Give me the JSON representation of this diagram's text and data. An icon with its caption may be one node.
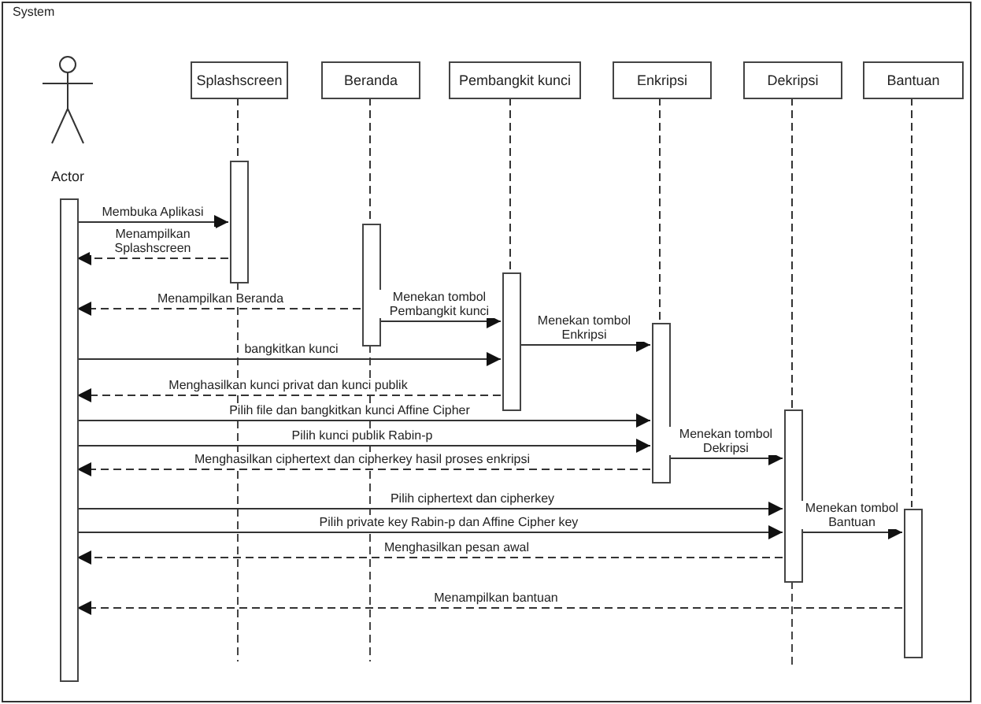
{
  "diagram": {
    "nodes": [
      {
        "text": [
          "System"
        ]
      },
      {
        "text": [
          "Actor"
        ],
        "in": 0
      },
      {
        "text": [
          "Splashscreen"
        ],
        "in": 0
      },
      {
        "text": [
          "Beranda"
        ],
        "in": 0
      },
      {
        "text": [
          "Pembangkit kunci"
        ],
        "in": 0
      },
      {
        "text": [
          "Enkripsi"
        ],
        "in": 0
      },
      {
        "text": [
          "Dekripsi"
        ],
        "in": 0
      },
      {
        "text": [
          "Bantuan"
        ],
        "in": 0
      },
      {
        "text": [],
        "shape": "bar",
        "in": 0
      },
      {
        "text": [],
        "shape": "bar",
        "in": 0
      },
      {
        "text": [],
        "shape": "bar",
        "in": 0
      },
      {
        "text": [],
        "shape": "bar",
        "in": 0
      },
      {
        "text": [],
        "shape": "bar",
        "in": 0
      },
      {
        "text": [],
        "shape": "bar",
        "in": 0
      },
      {
        "text": [],
        "shape": "bar",
        "in": 0
      }
    ],
    "edges": [
      {
        "from": 2,
        "to": 9,
        "arrow": "none",
        "style": "dashed"
      },
      {
        "from": 3,
        "to": 10,
        "arrow": "none",
        "style": "dashed"
      },
      {
        "from": 4,
        "to": 11,
        "arrow": "none",
        "style": "dashed"
      },
      {
        "from": 5,
        "to": 12,
        "arrow": "none",
        "style": "dashed"
      },
      {
        "from": 6,
        "to": 13,
        "arrow": "none",
        "style": "dashed"
      },
      {
        "from": 7,
        "to": 14,
        "arrow": "none",
        "style": "dashed"
      },
      {
        "from": 8,
        "to": 9,
        "arrow": "to",
        "label": "Membuka Aplikasi"
      },
      {
        "from": 9,
        "to": 8,
        "arrow": "to",
        "style": "dashed",
        "label": "Menampilkan Splashscreen"
      },
      {
        "from": 10,
        "to": 8,
        "arrow": "to",
        "style": "dashed",
        "label": "Menampilkan Beranda"
      },
      {
        "from": 10,
        "to": 11,
        "arrow": "to",
        "label": "Menekan tombol Pembangkit kunci"
      },
      {
        "from": 11,
        "to": 12,
        "arrow": "to",
        "label": "Menekan tombol Enkripsi"
      },
      {
        "from": 8,
        "to": 11,
        "arrow": "to",
        "label": "bangkitkan kunci"
      },
      {
        "from": 11,
        "to": 8,
        "arrow": "to",
        "style": "dashed",
        "label": "Menghasilkan kunci privat dan kunci publik"
      },
      {
        "from": 8,
        "to": 12,
        "arrow": "to",
        "label": "Pilih file dan bangkitkan kunci Affine Cipher"
      },
      {
        "from": 8,
        "to": 12,
        "arrow": "to",
        "label": "Pilih kunci publik Rabin-p"
      },
      {
        "from": 12,
        "to": 13,
        "arrow": "to",
        "label": "Menekan tombol Dekripsi"
      },
      {
        "from": 12,
        "to": 8,
        "arrow": "to",
        "style": "dashed",
        "label": "Menghasilkan ciphertext dan cipherkey hasil proses enkripsi"
      },
      {
        "from": 8,
        "to": 13,
        "arrow": "to",
        "label": "Pilih ciphertext dan cipherkey"
      },
      {
        "from": 8,
        "to": 13,
        "arrow": "to",
        "label": "Pilih private key Rabin-p dan Affine Cipher key"
      },
      {
        "from": 13,
        "to": 14,
        "arrow": "to",
        "label": "Menekan tombol Bantuan"
      },
      {
        "from": 13,
        "to": 8,
        "arrow": "to",
        "style": "dashed",
        "label": "Menghasilkan pesan awal"
      },
      {
        "from": 14,
        "to": 8,
        "arrow": "to",
        "style": "dashed",
        "label": "Menampilkan bantuan"
      }
    ]
  }
}
